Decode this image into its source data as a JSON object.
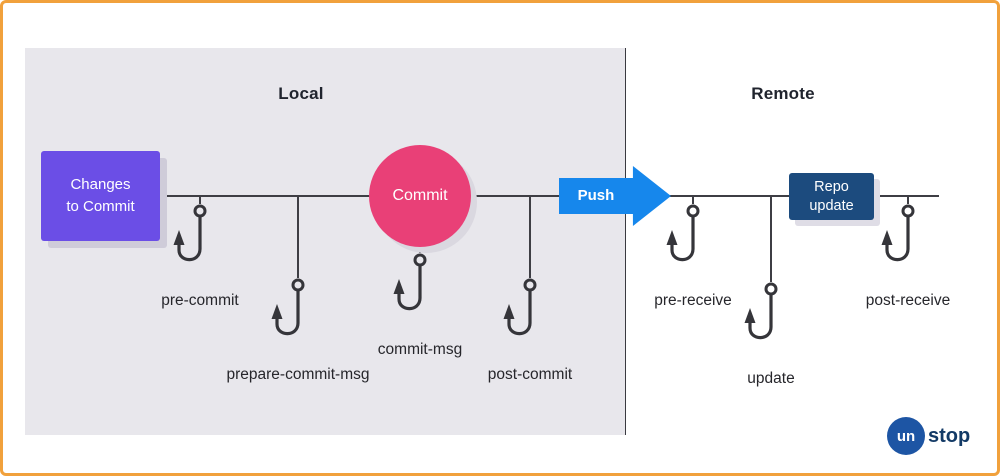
{
  "titles": {
    "local": "Local",
    "remote": "Remote"
  },
  "nodes": {
    "changes_to_commit": "Changes to Commit",
    "commit": "Commit",
    "push": "Push",
    "repo_update": "Repo update"
  },
  "hooks": {
    "local": [
      "pre-commit",
      "prepare-commit-msg",
      "commit-msg",
      "post-commit"
    ],
    "remote": [
      "pre-receive",
      "update",
      "post-receive"
    ]
  },
  "logo": {
    "badge": "un",
    "name": "stop"
  },
  "colors": {
    "frame_border": "#F1A13C",
    "local_panel": "#E8E7EC",
    "changes_box": "#6B4EE6",
    "commit_circle": "#E94077",
    "push_arrow": "#1687EC",
    "repo_box": "#1C4B7E",
    "line_and_hooks": "#3E3E44",
    "logo_blue": "#1D55A4"
  }
}
